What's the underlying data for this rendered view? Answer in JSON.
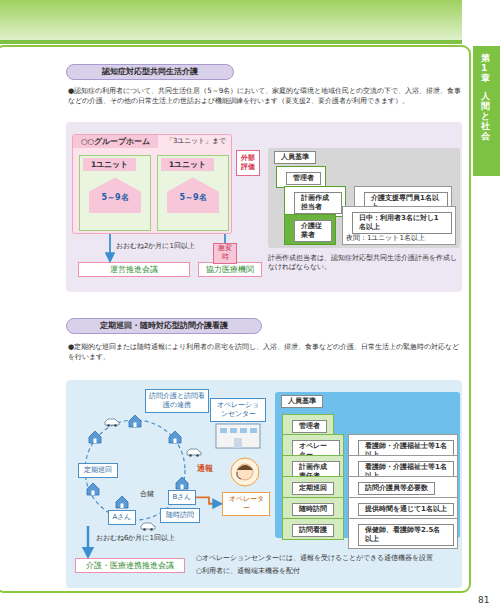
{
  "diagram": {
    "nodes": [
      {
        "text": [
          "認知症対応型共同生活介護"
        ]
      },
      {
        "text": [
          "○○グループホーム"
        ]
      },
      {
        "text": [
          "1ユニット",
          "5～9名"
        ],
        "in": 1
      },
      {
        "text": [
          "1ユニット",
          "5～9名"
        ],
        "in": 1
      },
      {
        "text": [
          "外部評価"
        ]
      },
      {
        "text": [
          "運営推進会議"
        ]
      },
      {
        "text": [
          "協力医療機関"
        ]
      },
      {
        "text": [
          "人員基準"
        ]
      },
      {
        "text": [
          "管理者"
        ],
        "in": 7
      },
      {
        "text": [
          "計画作成担当者"
        ],
        "in": 7
      },
      {
        "text": [
          "介護支援専門員1名以上"
        ],
        "in": 7
      },
      {
        "text": [
          "介護従業者"
        ],
        "in": 7
      },
      {
        "text": [
          "日中：利用者3名に対し1名以上",
          "夜間：1ユニット1名以上"
        ],
        "in": 7
      },
      {
        "text": [
          "定期巡回・随時対応型訪問介護看護"
        ]
      },
      {
        "text": [
          "訪問介護と訪問看護の連携"
        ]
      },
      {
        "text": [
          "オペレーションセンター"
        ]
      },
      {
        "text": [
          "定期巡回"
        ]
      },
      {
        "text": [
          "Bさん"
        ]
      },
      {
        "text": [
          "随時訪問"
        ]
      },
      {
        "text": [
          "Aさん"
        ]
      },
      {
        "text": [
          "オペレーター"
        ]
      },
      {
        "text": [
          "介護・医療連携推進会議"
        ]
      },
      {
        "text": [
          "人員基準"
        ]
      },
      {
        "text": [
          "管理者"
        ],
        "in": 22
      },
      {
        "text": [
          "オペレーター"
        ],
        "in": 22
      },
      {
        "text": [
          "看護師・介護福祉士等1名以上"
        ],
        "in": 22
      },
      {
        "text": [
          "計画作成責任者"
        ],
        "in": 22
      },
      {
        "text": [
          "看護師・介護福祉士等1名以上"
        ],
        "in": 22
      },
      {
        "text": [
          "定期巡回"
        ],
        "in": 22
      },
      {
        "text": [
          "訪問介護員等必要数"
        ],
        "in": 22
      },
      {
        "text": [
          "随時訪問"
        ],
        "in": 22
      },
      {
        "text": [
          "提供時間を通じて1名以上"
        ],
        "in": 22
      },
      {
        "text": [
          "訪問看護"
        ],
        "in": 22
      },
      {
        "text": [
          "保健師、看護師等2.5名以上"
        ],
        "in": 22
      }
    ],
    "edges": [
      {
        "from": 1,
        "to": 5,
        "arrow": "to",
        "label": "おおむね2か月に1回以上"
      },
      {
        "from": 1,
        "to": 6,
        "arrow": "to",
        "label": "急変時"
      },
      {
        "from": 8,
        "to": 9,
        "arrow": "none"
      },
      {
        "from": 8,
        "to": 11,
        "arrow": "none"
      },
      {
        "from": 9,
        "to": 10,
        "arrow": "none"
      },
      {
        "from": 11,
        "to": 12,
        "arrow": "none"
      },
      {
        "from": 17,
        "to": 20,
        "arrow": "to",
        "label": "通報"
      },
      {
        "from": 24,
        "to": 25,
        "arrow": "none"
      },
      {
        "from": 26,
        "to": 27,
        "arrow": "none"
      },
      {
        "from": 28,
        "to": 29,
        "arrow": "none"
      },
      {
        "from": 30,
        "to": 31,
        "arrow": "none"
      },
      {
        "from": 32,
        "to": 33,
        "arrow": "none"
      }
    ],
    "labels": [
      "第1章",
      "人間と社会",
      "●認知症の利用者について、共同生活住居（5～9名）において、家庭的な環境と地域住民との交流の下で、入浴、排泄、食事などの介護、その他の日常生活上の世話および機能訓練を行います（要支援2、要介護者が利用できます）。",
      "「3ユニット」まで",
      "計画作成担当者は、認知症対応型共同生活介護計画を作成しなければならない。",
      "●定期的な巡回または随時通報により利用者の居宅を訪問し、入浴、排泄、食事などの介護、日常生活上の緊急時の対応などを行います。",
      "合鍵",
      "おおむね6か月に1回以上",
      "○オペレーションセンターには、通報を受けることができる通信機器を設置",
      "○利用者に、通報端末機器を配付",
      "81"
    ]
  }
}
